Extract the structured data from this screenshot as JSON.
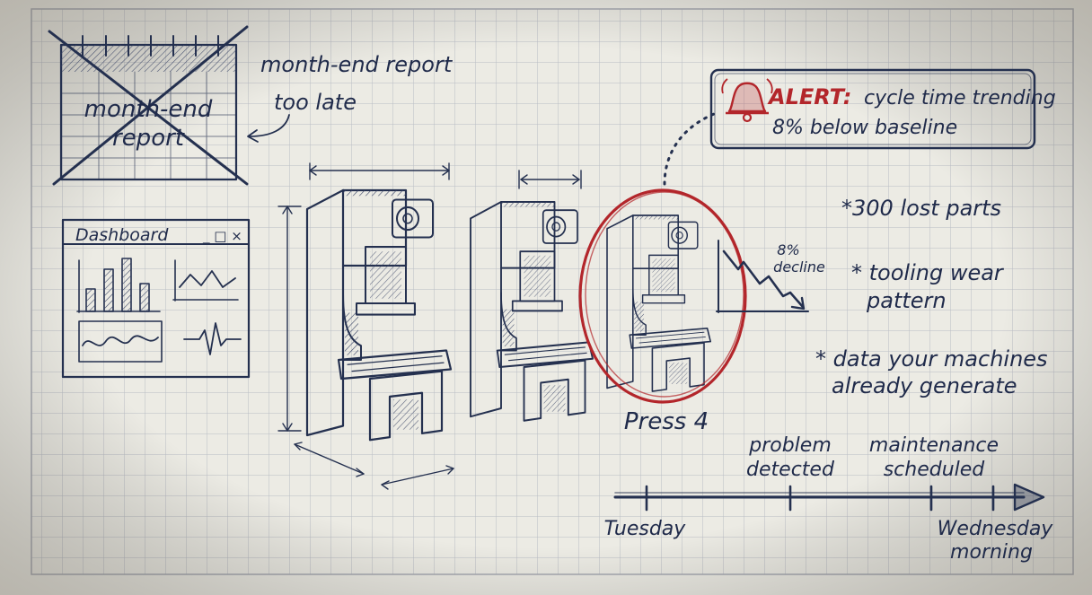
{
  "colors": {
    "paper": "#ecebe4",
    "grid": "#b9bcc4",
    "ink": "#24304f",
    "alert_red": "#b3262b"
  },
  "calendar": {
    "title_line1": "month-end",
    "title_line2": "report"
  },
  "late_note": {
    "line1": "month-end report",
    "line2": "too late"
  },
  "dashboard": {
    "title": "Dashboard",
    "window_controls": "_ □ ×"
  },
  "alert": {
    "prefix": "ALERT:",
    "line1_rest": "cycle time trending",
    "line2": "8% below baseline",
    "icon": "bell-icon"
  },
  "decline_chart": {
    "label_value": "8%",
    "label_text": "decline"
  },
  "press": {
    "label": "Press 4"
  },
  "notes": {
    "lost_parts": "*300 lost parts",
    "tooling_line1": "* tooling wear",
    "tooling_line2": "pattern",
    "data_line1": "* data your machines",
    "data_line2": "already generate"
  },
  "timeline": {
    "start": "Tuesday",
    "problem_line1": "problem",
    "problem_line2": "detected",
    "maint_line1": "maintenance",
    "maint_line2": "scheduled",
    "end_line1": "Wednesday",
    "end_line2": "morning"
  }
}
